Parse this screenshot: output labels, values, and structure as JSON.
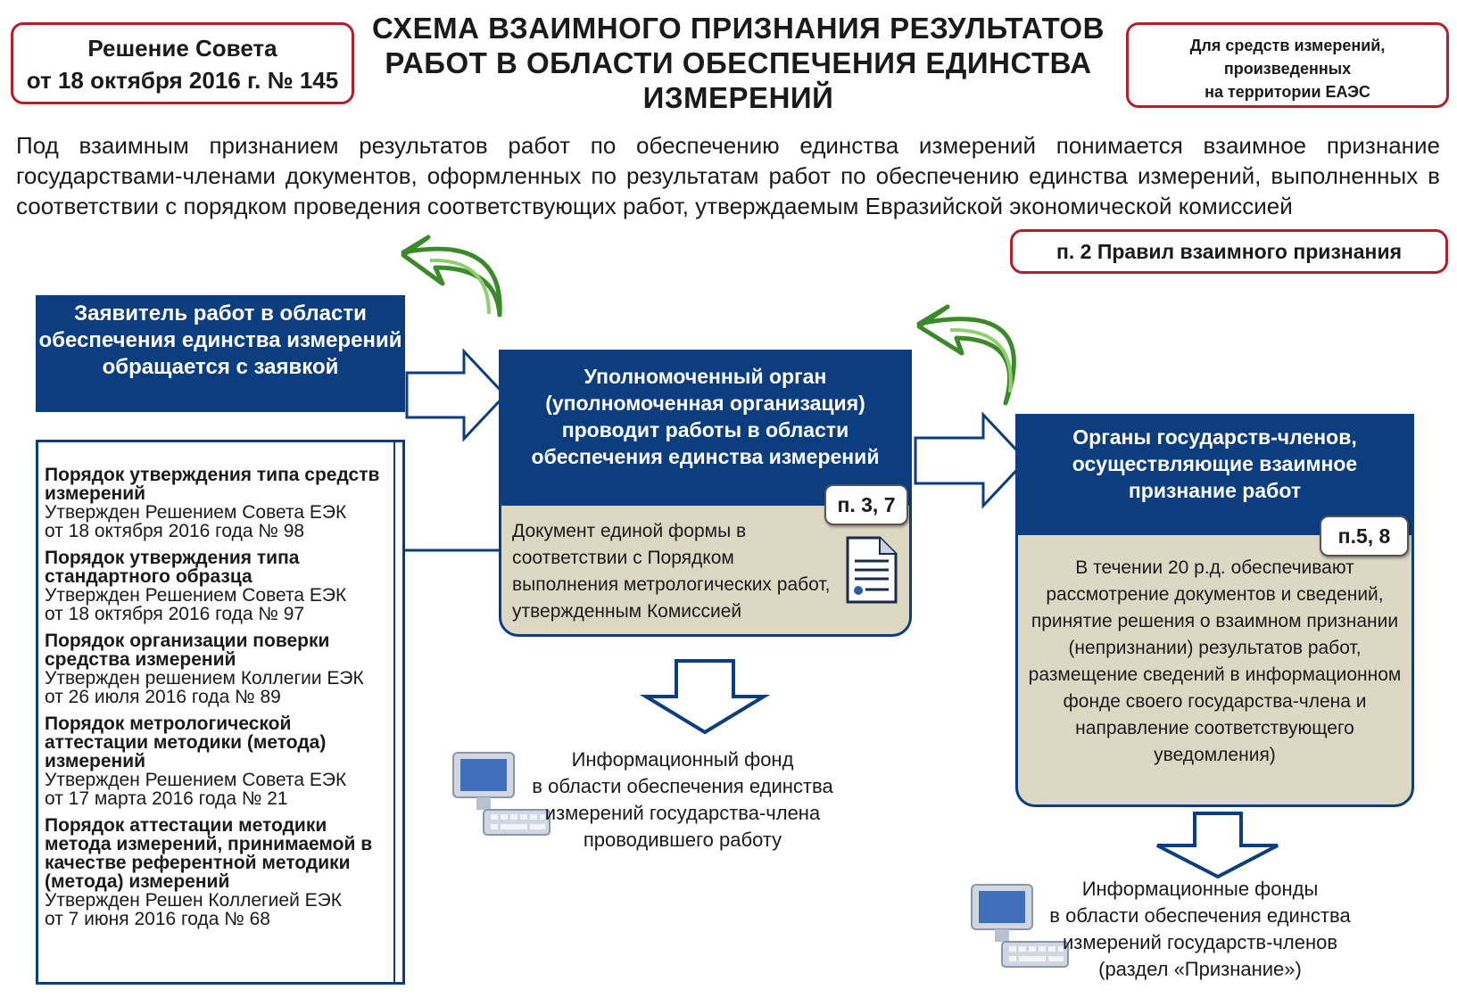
{
  "header": {
    "decision_line1": "Решение Совета",
    "decision_line2": "от 18 октября 2016 г. № 145",
    "title": "СХЕМА ВЗАИМНОГО ПРИЗНАНИЯ РЕЗУЛЬТАТОВ РАБОТ В ОБЛАСТИ ОБЕСПЕЧЕНИЯ ЕДИНСТВА ИЗМЕРЕНИЙ",
    "scope_line1": "Для средств измерений,",
    "scope_line2": "произведенных",
    "scope_line3": "на территории ЕАЭС"
  },
  "definition": "Под взаимным признанием результатов работ по обеспечению единства измерений понимается взаимное признание государствами-членами документов, оформленных по результатам работ по обеспечению единства измерений, выполненных в соответствии с порядком проведения соответствующих работ, утверждаемым Евразийской экономической комиссией",
  "rule_reference": "п. 2 Правил взаимного признания",
  "applicant": "Заявитель работ в области обеспечения единства измерений обращается с заявкой",
  "documents": [
    {
      "title": "Порядок утверждения типа средств измерений",
      "approved": "Утвержден Решением Совета ЕЭК",
      "date": "от 18 октября 2016 года № 98"
    },
    {
      "title": "Порядок утверждения типа стандартного образца",
      "approved": "Утвержден Решением Совета ЕЭК",
      "date": "от 18 октября 2016 года № 97"
    },
    {
      "title": "Порядок организации поверки средства измерений",
      "approved": "Утвержден решением Коллегии ЕЭК",
      "date": "от 26 июля 2016 года № 89"
    },
    {
      "title": "Порядок метрологической аттестации методики (метода) измерений",
      "approved": "Утвержден Решением Совета ЕЭК",
      "date": "от 17 марта 2016 года № 21"
    },
    {
      "title": "Порядок аттестации методики метода измерений, принимаемой в качестве референтной методики (метода) измерений",
      "approved": "Утвержден Решен Коллегией ЕЭК",
      "date": "от 7 июня 2016 года № 68"
    }
  ],
  "authority": {
    "title": "Уполномоченный орган (уполномоченная организация) проводит работы в области обеспечения единства измерений",
    "badge": "п. 3, 7",
    "body": "Документ единой формы в соответствии с Порядком выполнения метрологических работ, утвержденным Комиссией",
    "doc_icon": "document-icon"
  },
  "member_states": {
    "title": "Органы государств-членов, осуществляющие взаимное признание работ",
    "badge": "п.5, 8",
    "body": "В течении 20 р.д. обеспечивают рассмотрение документов и сведений, принятие решения о взаимном признании (непризнании) результатов работ, размещение сведений в информационном фонде своего государства-члена и направление соответствующего уведомления)"
  },
  "info_fund_national": {
    "line1": "Информационный фонд",
    "line2": "в области обеспечения единства",
    "line3": "измерений государства-члена",
    "line4": "проводившего работу",
    "icon": "computer-icon"
  },
  "info_fund_members": {
    "line1": "Информационные фонды",
    "line2": "в области обеспечения единства",
    "line3": "измерений государств-членов",
    "line4": "(раздел «Признание»)",
    "icon": "computer-icon"
  },
  "colors": {
    "navy": "#0c3d7f",
    "beige": "#ddd8c4",
    "red_border": "#b01f2a",
    "green_arrow": "#3a8a2a"
  }
}
